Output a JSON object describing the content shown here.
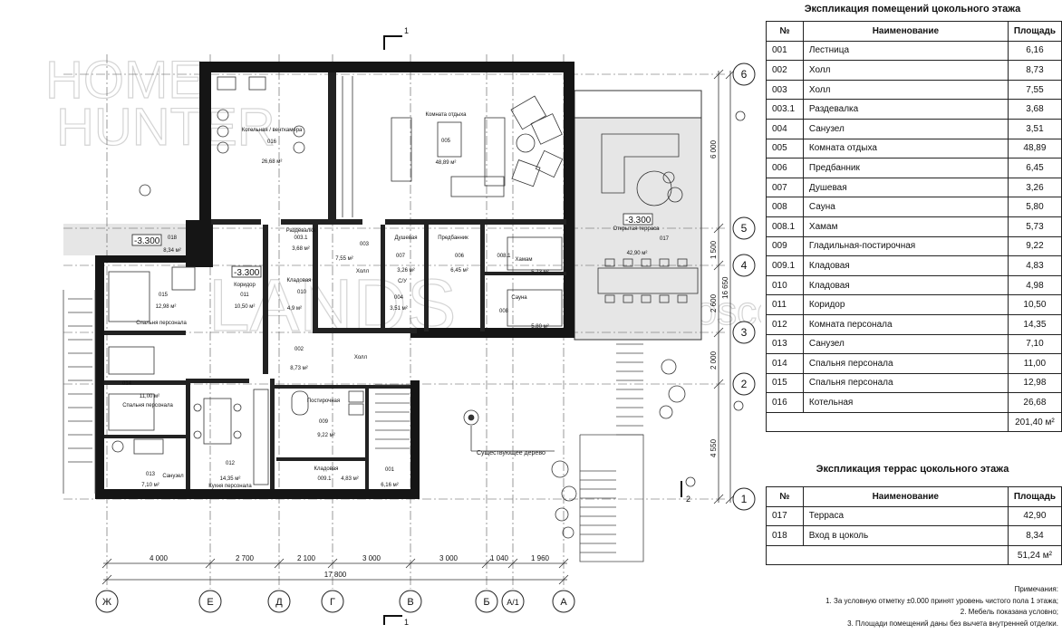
{
  "watermark": [
    "HOME",
    "HUNTER",
    "LANDS",
    "Moscow"
  ],
  "rooms": {
    "r016": {
      "name": "Котельная / венткамера",
      "num": "016",
      "area": "26,68 м²"
    },
    "r005": {
      "name": "Комната отдыха",
      "num": "005",
      "area": "48,89 м²"
    },
    "r017": {
      "name": "Открытая терраса",
      "num": "017",
      "area": "42,90 м²"
    },
    "r018": {
      "num": "018",
      "area": "8,34 м²"
    },
    "r0031": {
      "name": "Раздевалка",
      "num": "003.1",
      "area": "3,68 м²"
    },
    "r003": {
      "num": "003",
      "area": "7,55 м²",
      "name": "Холл"
    },
    "r007": {
      "name": "Душевая",
      "num": "007",
      "area": "3,26 м²"
    },
    "r006": {
      "name": "Предбанник",
      "num": "006",
      "area": "6,45 м²"
    },
    "r0081": {
      "name": "Хамам",
      "num": "008.1",
      "area": "5,73 м²"
    },
    "r008": {
      "name": "Сауна",
      "num": "008",
      "area": "5,80 м²"
    },
    "r015": {
      "name": "Спальня персонала",
      "num": "015",
      "area": "12,98 м²"
    },
    "r011": {
      "name": "Коридор",
      "num": "011",
      "area": "10,50 м²"
    },
    "r010": {
      "name": "Кладовая",
      "num": "010",
      "area": "4,9 м²"
    },
    "r004": {
      "num": "004",
      "area": "3,51 м²",
      "name": "С/У"
    },
    "r002": {
      "num": "002",
      "area": "8,73 м²",
      "name": "Холл"
    },
    "r014": {
      "name": "Спальня персонала",
      "num": "014",
      "area": "11,00 м²"
    },
    "r012": {
      "name": "Кухня персонала",
      "num": "012",
      "area": "14,35 м²"
    },
    "r013": {
      "name": "Санузел",
      "num": "013",
      "area": "7,10 м²"
    },
    "r009": {
      "name": "Постирочная",
      "num": "009",
      "area": "9,22 м²"
    },
    "r0091": {
      "name": "Кладовая",
      "num": "009.1",
      "area": "4,83 м²"
    },
    "r001": {
      "num": "001",
      "area": "6,16 м²"
    }
  },
  "levels": [
    "-3.300",
    "-3.300",
    "-3.300"
  ],
  "tree_label": "Существующее дерево",
  "section_marks": [
    "1",
    "1",
    "2"
  ],
  "axes_numbers": [
    "6",
    "5",
    "4",
    "3",
    "2",
    "1"
  ],
  "axes_letters": [
    "Ж",
    "Е",
    "Д",
    "Г",
    "В",
    "Б",
    "А/1",
    "А"
  ],
  "dims_h": [
    "4 000",
    "2 700",
    "2 100",
    "3 000",
    "3 000",
    "1 040",
    "1 960"
  ],
  "dims_total_h": "17 800",
  "dims_v": [
    "6 000",
    "1 500",
    "2 600",
    "2 000",
    "4 550"
  ],
  "dims_total_v": "16 650",
  "table1": {
    "title": "Экспликация помещений цокольного этажа",
    "headers": [
      "№",
      "Наименование",
      "Площадь"
    ],
    "rows": [
      [
        "001",
        "Лестница",
        "6,16"
      ],
      [
        "002",
        "Холл",
        "8,73"
      ],
      [
        "003",
        "Холл",
        "7,55"
      ],
      [
        "003.1",
        "Раздевалка",
        "3,68"
      ],
      [
        "004",
        "Санузел",
        "3,51"
      ],
      [
        "005",
        "Комната отдыха",
        "48,89"
      ],
      [
        "006",
        "Предбанник",
        "6,45"
      ],
      [
        "007",
        "Душевая",
        "3,26"
      ],
      [
        "008",
        "Сауна",
        "5,80"
      ],
      [
        "008.1",
        "Хамам",
        "5,73"
      ],
      [
        "009",
        "Гладильная-постирочная",
        "9,22"
      ],
      [
        "009.1",
        "Кладовая",
        "4,83"
      ],
      [
        "010",
        "Кладовая",
        "4,98"
      ],
      [
        "011",
        "Коридор",
        "10,50"
      ],
      [
        "012",
        "Комната персонала",
        "14,35"
      ],
      [
        "013",
        "Санузел",
        "7,10"
      ],
      [
        "014",
        "Спальня персонала",
        "11,00"
      ],
      [
        "015",
        "Спальня персонала",
        "12,98"
      ],
      [
        "016",
        "Котельная",
        "26,68"
      ]
    ],
    "total": "201,40 м²"
  },
  "table2": {
    "title": "Экспликация террас цокольного этажа",
    "headers": [
      "№",
      "Наименование",
      "Площадь"
    ],
    "rows": [
      [
        "017",
        "Терраса",
        "42,90"
      ],
      [
        "018",
        "Вход в цоколь",
        "8,34"
      ]
    ],
    "total": "51,24 м²"
  },
  "notes": [
    "Примечания:",
    "1. За условную отметку ±0.000 принят уровень чистого пола 1 этажа;",
    "2. Мебель показана условно;",
    "3. Площади помещений даны без вычета внутренней отделки."
  ]
}
